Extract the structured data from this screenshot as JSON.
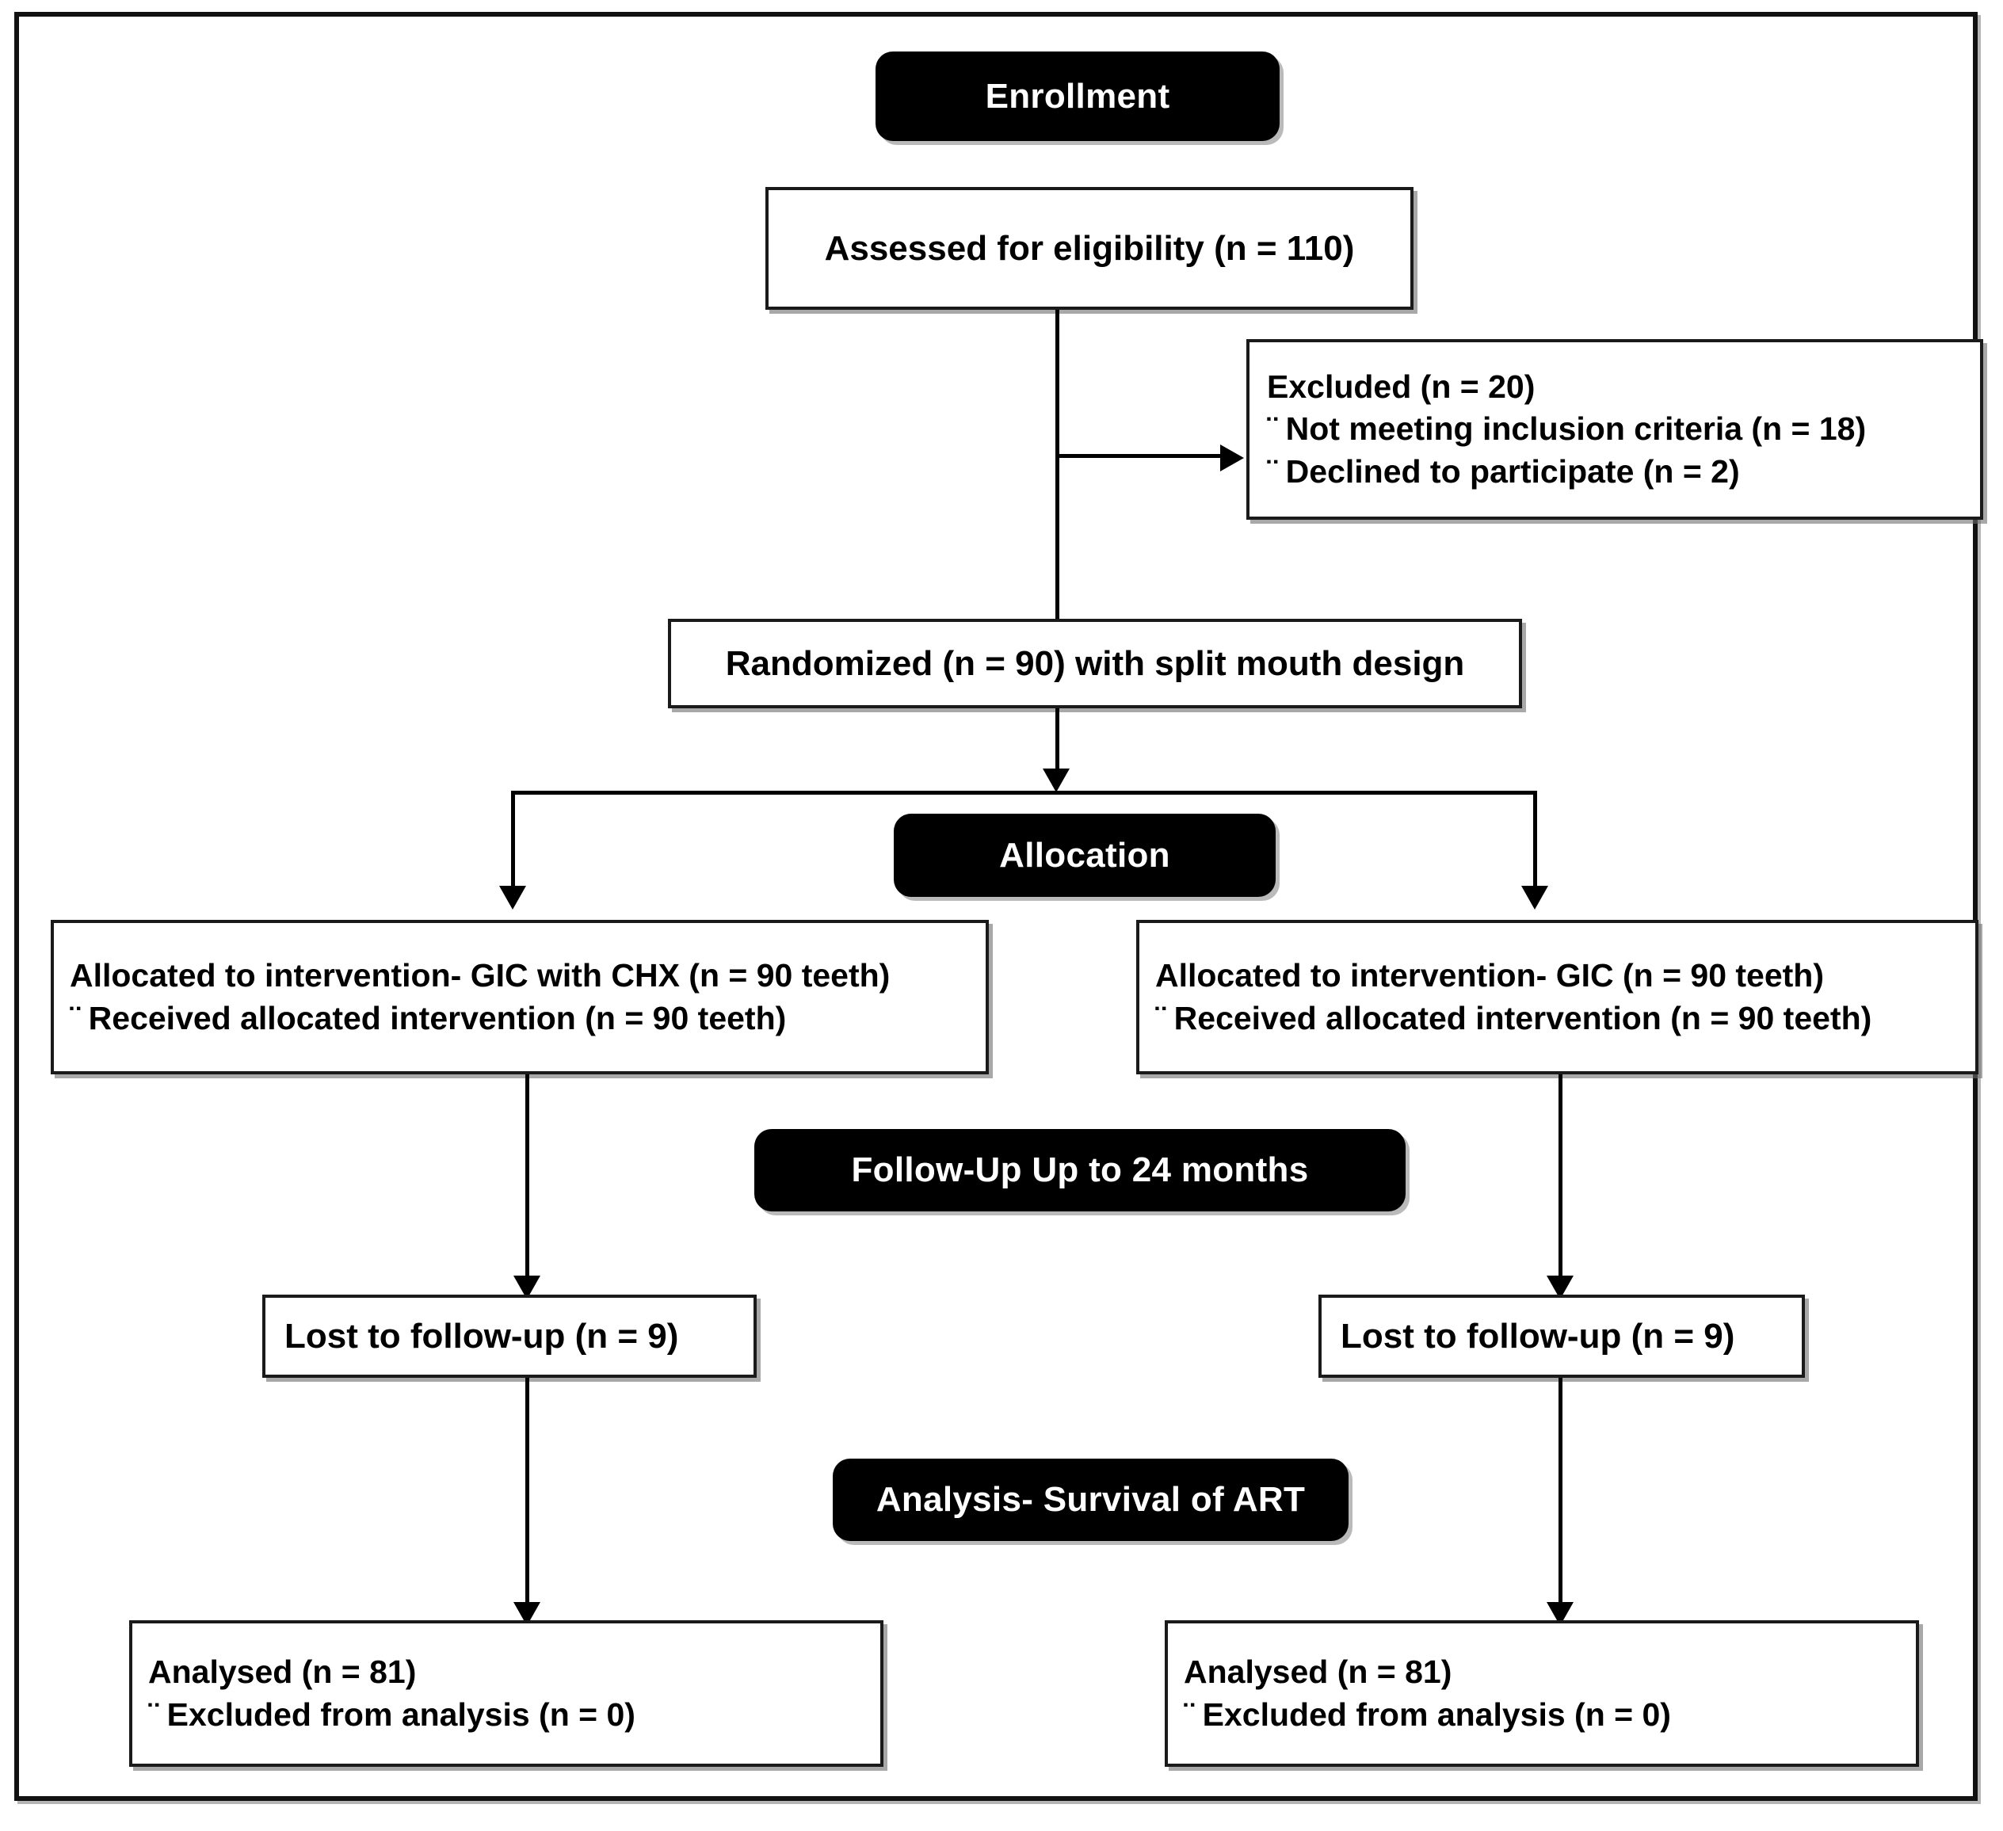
{
  "diagram": {
    "type": "consort-flow-diagram",
    "bullet_glyph": "¨",
    "colors": {
      "banner_background": "#000000",
      "banner_text": "#ffffff",
      "box_border": "#1a1a1a",
      "box_background": "#ffffff",
      "connector": "#000000",
      "page_background": "#ffffff"
    }
  },
  "banners": {
    "enrollment": "Enrollment",
    "allocation": "Allocation",
    "followup": "Follow-Up Up to 24 months",
    "analysis": "Analysis- Survival of ART"
  },
  "nodes": {
    "assessed": {
      "line1": "Assessed for eligibility (n = 110)"
    },
    "excluded": {
      "line1": "Excluded  (n = 20)",
      "bullet1": "Not meeting inclusion criteria (n = 18)",
      "bullet2": "Declined to participate (n = 2)"
    },
    "randomized": {
      "line1": "Randomized (n = 90) with split mouth design"
    },
    "alloc_left": {
      "line1": "Allocated to intervention- GIC with CHX (n = 90 teeth)",
      "bullet1": "Received allocated intervention (n = 90 teeth)"
    },
    "alloc_right": {
      "line1": "Allocated to intervention- GIC (n = 90 teeth)",
      "bullet1": "Received allocated intervention (n = 90 teeth)"
    },
    "lost_left": {
      "line1": "Lost to follow-up (n = 9)"
    },
    "lost_right": {
      "line1": "Lost to follow-up (n = 9)"
    },
    "analysed_left": {
      "line1": "Analysed  (n = 81)",
      "bullet1": "Excluded from analysis (n = 0)"
    },
    "analysed_right": {
      "line1": "Analysed  (n = 81)",
      "bullet1": "Excluded from analysis (n = 0)"
    }
  }
}
